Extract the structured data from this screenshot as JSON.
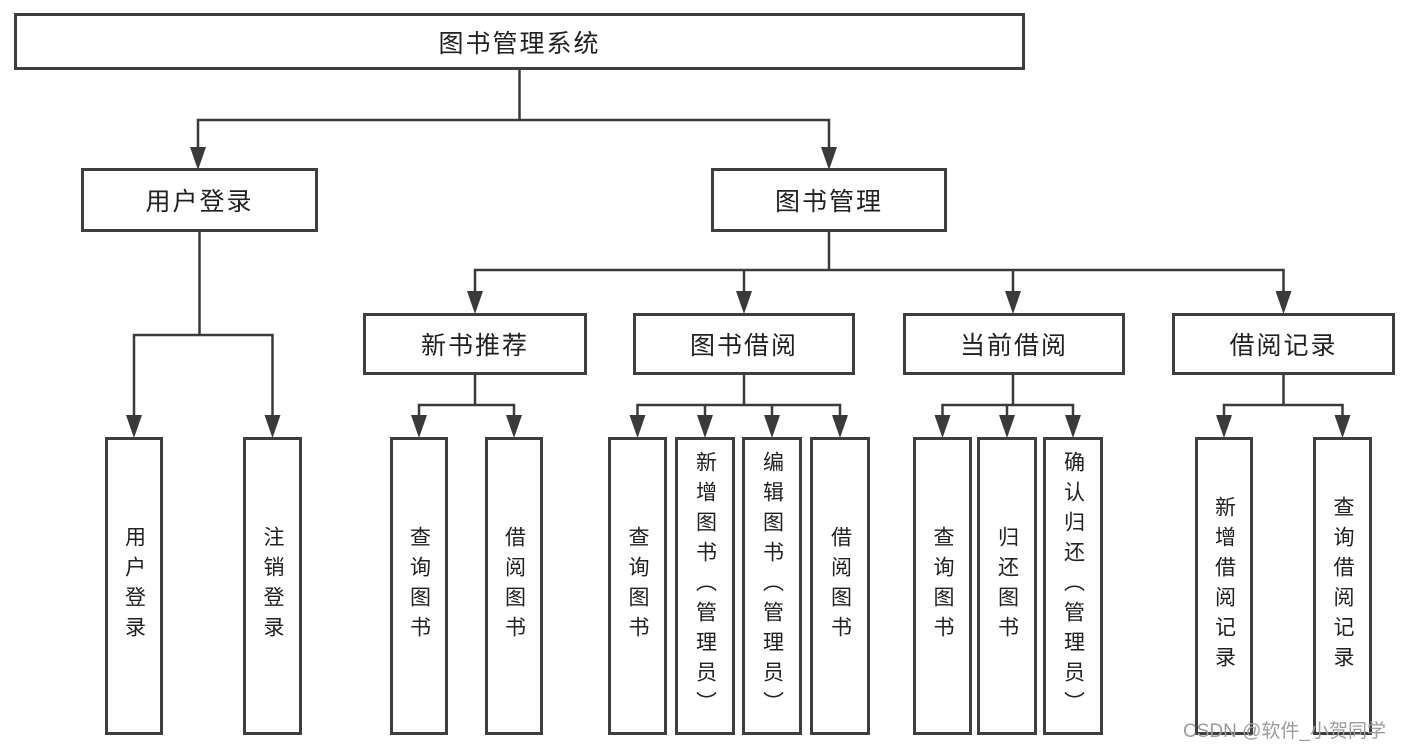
{
  "tree": {
    "root": "图书管理系统",
    "branches": [
      {
        "label": "用户登录",
        "children": [
          "用户登录",
          "注销登录"
        ]
      },
      {
        "label": "图书管理",
        "sections": [
          {
            "label": "新书推荐",
            "children": [
              "查询图书",
              "借阅图书"
            ]
          },
          {
            "label": "图书借阅",
            "children": [
              "查询图书",
              "新增图书（管理员）",
              "编辑图书（管理员）",
              "借阅图书"
            ]
          },
          {
            "label": "当前借阅",
            "children": [
              "查询图书",
              "归还图书",
              "确认归还（管理员）"
            ]
          },
          {
            "label": "借阅记录",
            "children": [
              "新增借阅记录",
              "查询借阅记录"
            ]
          }
        ]
      }
    ]
  },
  "watermark": "CSDN @软件_小贺同学",
  "colors": {
    "background": "#ffffff",
    "box_border": "#3e3e3e",
    "connector_line": "#3a3a3a",
    "text": "#212121",
    "watermark_text": "#9c9c9c"
  }
}
